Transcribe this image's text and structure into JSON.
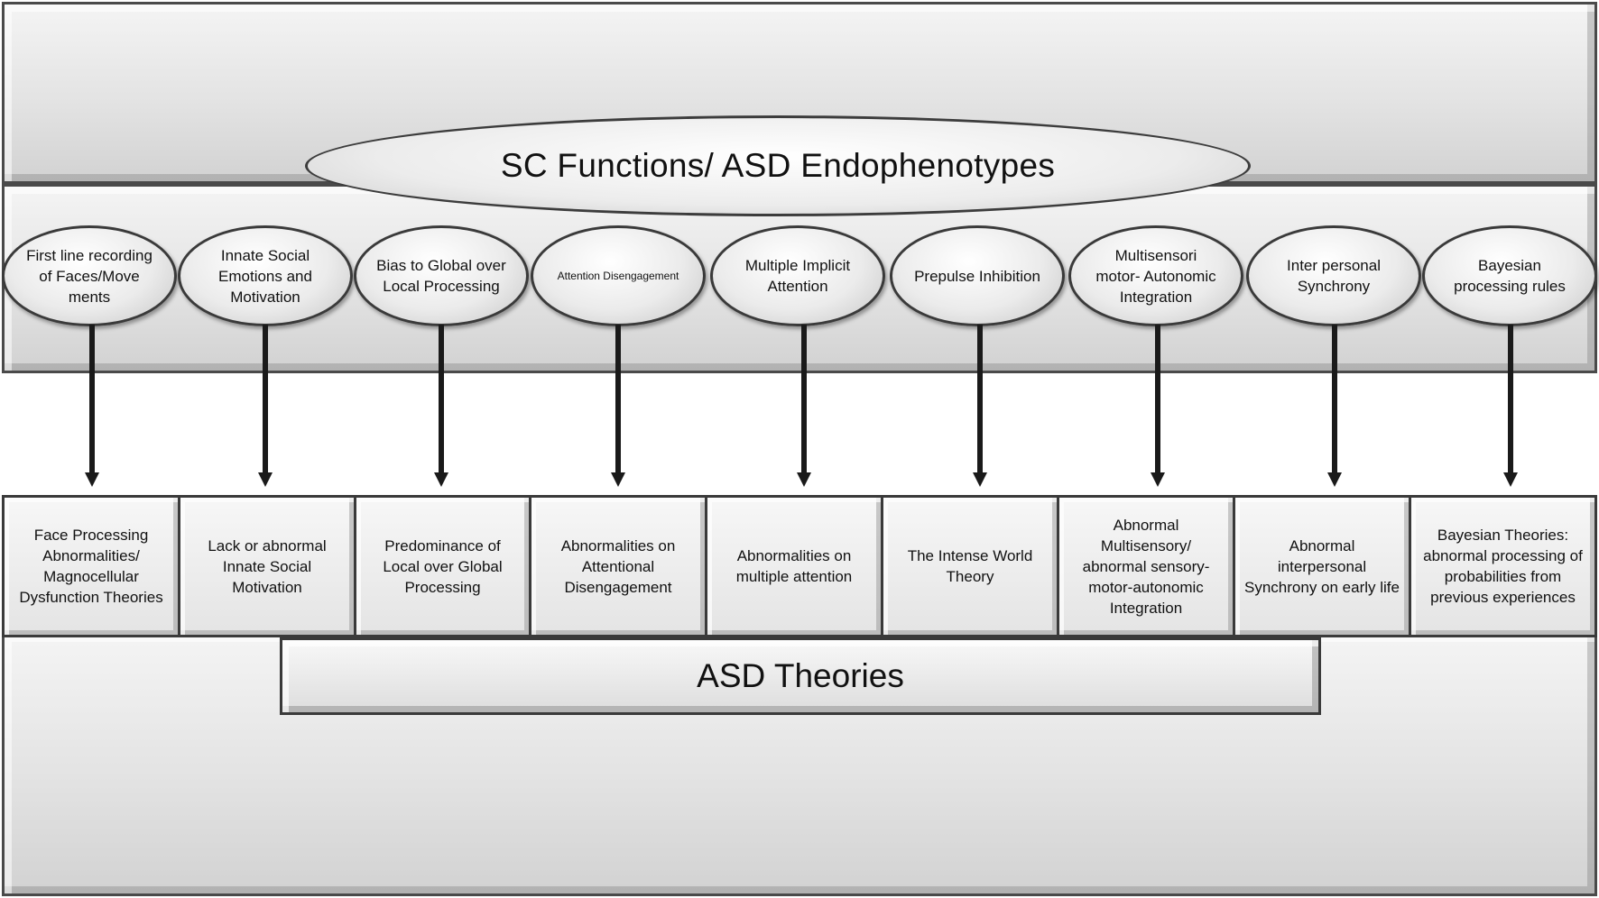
{
  "title": "SC Functions/ ASD Endophenotypes",
  "functions": [
    "First line recording of Faces/Move ments",
    "Innate Social Emotions and Motivation",
    "Bias to Global over Local Processing",
    "Attention Disengagement",
    "Multiple Implicit Attention",
    "Prepulse Inhibition",
    "Multisensori motor- Autonomic Integration",
    "Inter personal Synchrony",
    "Bayesian processing rules"
  ],
  "theories": [
    "Face Processing Abnormalities/ Magnocellular Dysfunction Theories",
    "Lack or abnormal Innate Social Motivation",
    "Predominance of Local over Global Processing",
    "Abnormalities on Attentional Disengagement",
    "Abnormalities on multiple attention",
    "The Intense World Theory",
    "Abnormal Multisensory/ abnormal sensory-motor-autonomic Integration",
    "Abnormal interpersonal Synchrony on early life",
    "Bayesian Theories: abnormal processing of probabilities from previous experiences"
  ],
  "footer_label": "ASD Theories",
  "colors": {
    "border": "#3a3a3a",
    "fill_light": "#f4f4f4",
    "fill_dark": "#c9c9c9",
    "arrow": "#1a1a1a"
  }
}
